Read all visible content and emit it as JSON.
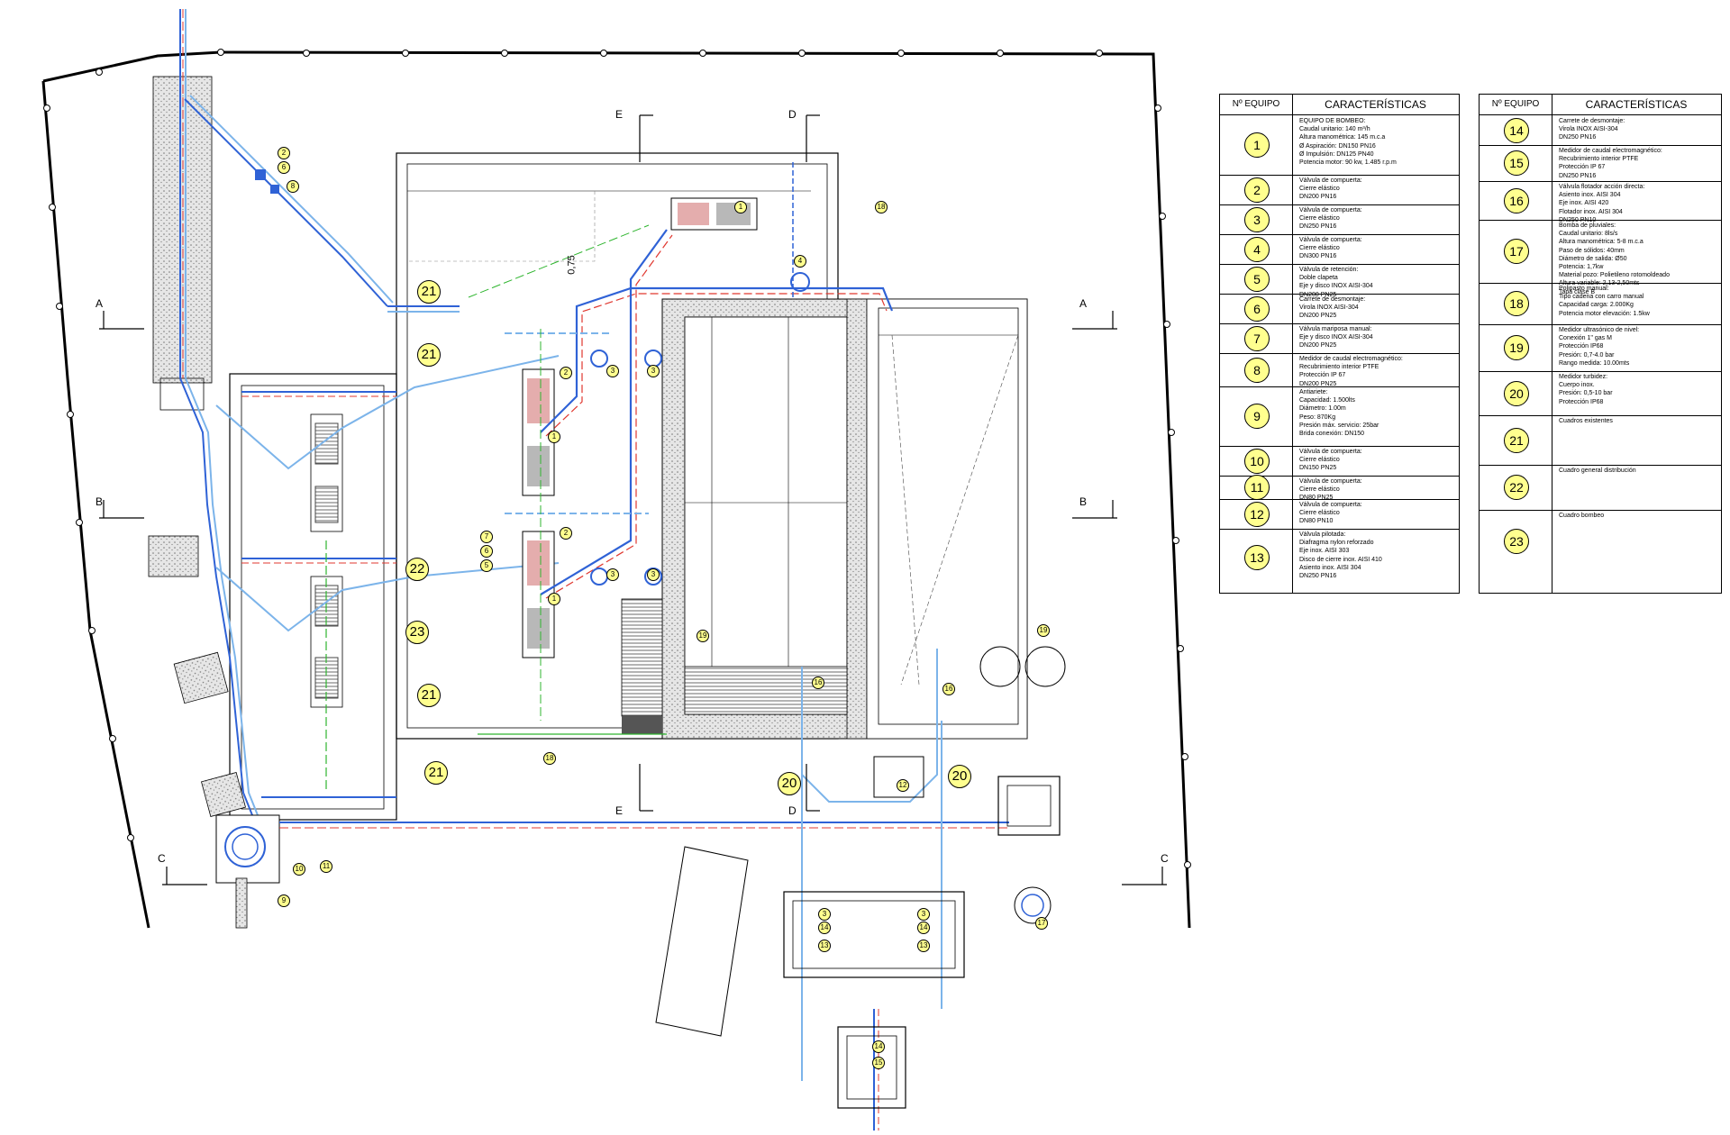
{
  "table_headers": {
    "equipo": "Nº EQUIPO",
    "caracteristicas": "CARACTERÍSTICAS"
  },
  "equipment": [
    {
      "n": "1",
      "desc": "EQUIPO DE BOMBEO:\nCaudal unitario: 140 m³/h\nAltura manométrica: 145 m.c.a\nØ Aspiración: DN150 PN16\nØ Impulsión: DN125 PN40\nPotencia motor: 90 kw, 1.485 r.p.m"
    },
    {
      "n": "2",
      "desc": "Válvula de compuerta:\nCierre elástico\nDN200 PN16"
    },
    {
      "n": "3",
      "desc": "Válvula de compuerta:\nCierre elástico\nDN250 PN16"
    },
    {
      "n": "4",
      "desc": "Válvula de compuerta:\nCierre elástico\nDN300 PN16"
    },
    {
      "n": "5",
      "desc": "Válvula de retención:\nDoble clapeta\nEje y disco INOX AISI-304\nDN200 PN25"
    },
    {
      "n": "6",
      "desc": "Carrete de desmontaje:\nVirola INOX AISI-304\nDN200 PN25"
    },
    {
      "n": "7",
      "desc": "Válvula mariposa manual:\nEje y disco INOX AISI-304\nDN200 PN25"
    },
    {
      "n": "8",
      "desc": "Medidor de caudal electromagnético:\nRecubrimiento interior PTFE\nProtección IP 67\nDN200 PN25"
    },
    {
      "n": "9",
      "desc": "Antiariete:\nCapacidad: 1.500lts\nDiámetro: 1.00m\nPeso: 870Kg\nPresión máx. servicio: 25bar\nBrida conexión: DN150"
    },
    {
      "n": "10",
      "desc": "Válvula de compuerta:\nCierre elástico\nDN150 PN25"
    },
    {
      "n": "11",
      "desc": "Válvula de compuerta:\nCierre elástico\nDN80 PN25"
    },
    {
      "n": "12",
      "desc": "Válvula de compuerta:\nCierre elástico\nDN80 PN10"
    },
    {
      "n": "13",
      "desc": "Válvula pilotada:\nDiafragma nylon reforzado\nEje inox. AISI 303\nDisco de cierre inox. AISI 410\nAsiento inox. AISI 304\nDN250 PN16"
    },
    {
      "n": "14",
      "desc": "Carrete de desmontaje:\nVirola INOX AISI-304\nDN250 PN16"
    },
    {
      "n": "15",
      "desc": "Medidor de caudal electromagnético:\nRecubrimiento interior PTFE\nProtección IP 67\nDN250 PN16"
    },
    {
      "n": "16",
      "desc": "Válvula flotador acción directa:\nAsiento inox. AISI 304\nEje inox. AISI 420\nFlotador inox. AISI 304\nDN250 PN10"
    },
    {
      "n": "17",
      "desc": "Bomba de pluviales:\nCaudal unitario: 8ls/s\nAltura manométrica: 5-8 m.c.a\nPaso de sólidos: 40mm\nDiámetro de salida: Ø50\nPotencia: 1,7kw\nMaterial pozo: Polietileno rotomoldeado\nAltura variable: 2,13-2,50mts\nTapa clase B"
    },
    {
      "n": "18",
      "desc": "Polipasto manual:\nTipo cadena con carro manual\nCapacidad carga: 2.000Kg\nPotencia motor elevación: 1.5kw"
    },
    {
      "n": "19",
      "desc": "Medidor ultrasónico de nivel:\nConexión 1\" gas M\nProtección IP68\nPresión: 0,7-4.0 bar\nRango medida: 10.00mts"
    },
    {
      "n": "20",
      "desc": "Medidor turbidez:\nCuerpo inox.\nPresión: 0,5-10 bar\nProtección IP68"
    },
    {
      "n": "21",
      "desc": "Cuadros existentes"
    },
    {
      "n": "22",
      "desc": "Cuadro general distribución"
    },
    {
      "n": "23",
      "desc": "Cuadro bombeo"
    }
  ],
  "section_letters": {
    "a": "A",
    "b": "B",
    "c": "C",
    "d": "D",
    "e": "E"
  },
  "plan_labels": {
    "dim": "0,75"
  },
  "plan_markers": [
    "1",
    "2",
    "3",
    "4",
    "5",
    "6",
    "7",
    "8",
    "9",
    "10",
    "11",
    "12",
    "13",
    "14",
    "15",
    "16",
    "17",
    "18",
    "19",
    "20",
    "21",
    "22",
    "23"
  ],
  "colors": {
    "pipe_blue": "#2f62d6",
    "pipe_light": "#7cb4ea",
    "pipe_red": "#e0372f",
    "marker_fill": "#ffff8f",
    "green_line": "#2fb52f",
    "hatch": "#9a9a9a"
  }
}
